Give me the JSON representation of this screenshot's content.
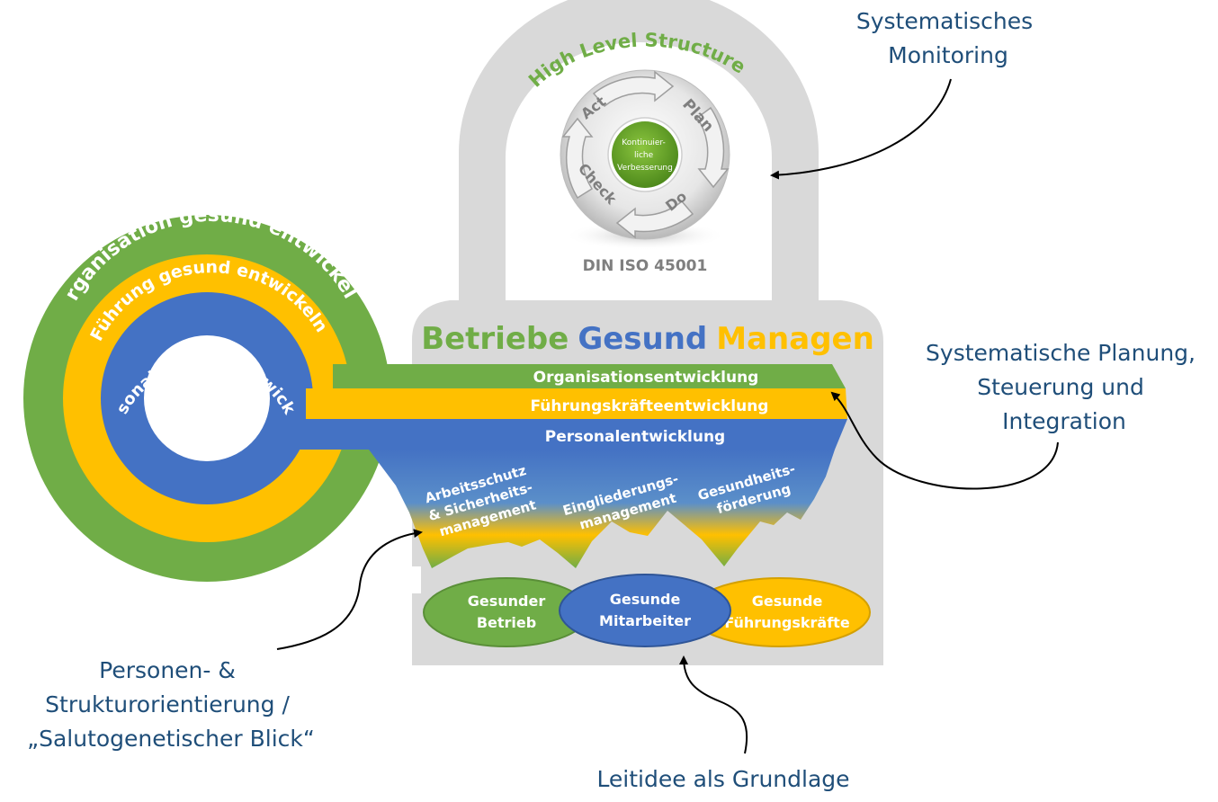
{
  "colors": {
    "green": "#70ad47",
    "yellow": "#ffc000",
    "blue": "#4472c4",
    "lock_gray": "#d9d9d9",
    "annotation_blue": "#1f4e79",
    "pdca_green": "#6aa221"
  },
  "lock": {
    "arch_title": "High Level Structure",
    "pdca": {
      "center_lines": [
        "Kontinuier-",
        "liche",
        "Verbesserung"
      ],
      "act": "Act",
      "plan": "Plan",
      "check": "Check",
      "do": "Do"
    },
    "standard": "DIN ISO 45001",
    "brand": {
      "word1": "Betriebe",
      "word2": "Gesund",
      "word3": "Managen"
    },
    "bands": {
      "organisation": "Organisationsentwicklung",
      "fuehrung": "Führungskräfteentwicklung",
      "personal": "Personalentwicklung"
    },
    "fields": {
      "arbeitsschutz": [
        "Arbeitsschutz",
        "& Sicherheits-",
        "management"
      ],
      "eingliederung": [
        "Eingliederungs-",
        "management"
      ],
      "gesundheit": [
        "Gesundheits-",
        "förderung"
      ]
    },
    "ellipses": {
      "betrieb": [
        "Gesunder",
        "Betrieb"
      ],
      "mitarbeiter": [
        "Gesunde",
        "Mitarbeiter"
      ],
      "fuehrung": [
        "Gesunde",
        "Führungskräfte"
      ]
    }
  },
  "key": {
    "outer": "Organisation gesund entwickeln",
    "middle": "Führung gesund entwickeln",
    "inner": "Personal gesund entwickeln"
  },
  "annotations": {
    "monitoring": [
      "Systematisches",
      "Monitoring"
    ],
    "planung": [
      "Systematische Planung,",
      "Steuerung und",
      "Integration"
    ],
    "personen": [
      "Personen- &",
      "Strukturorientierung /",
      "„Salutogenetischer Blick“"
    ],
    "leitidee": "Leitidee als Grundlage"
  }
}
